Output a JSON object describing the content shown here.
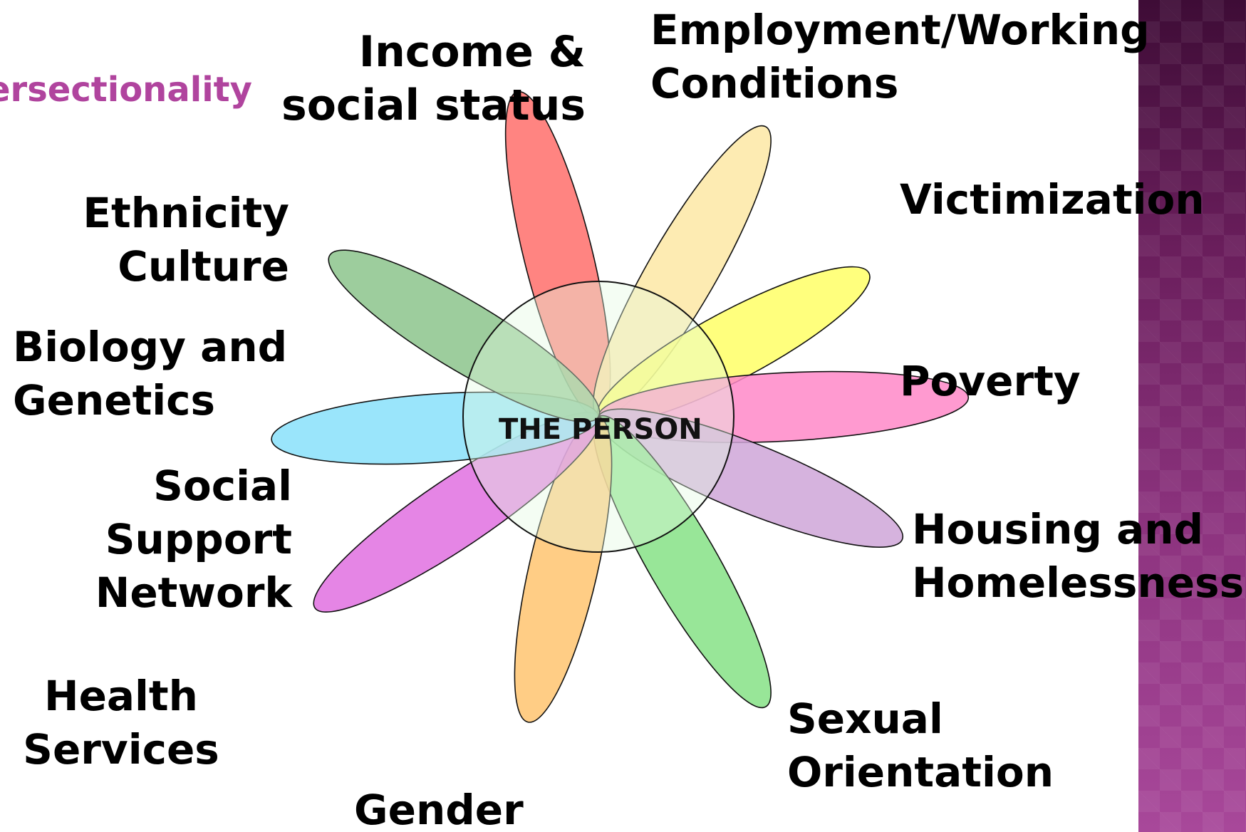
{
  "heading": "ersectionality",
  "center_label": "THE PERSON",
  "factors": [
    {
      "id": "income",
      "lines": [
        "Income &",
        "social status"
      ],
      "angle": -104,
      "color": "#ff6f6b"
    },
    {
      "id": "employment",
      "lines": [
        "Employment/Working",
        "Conditions"
      ],
      "angle": -60,
      "color": "#fde8a4"
    },
    {
      "id": "victimization",
      "lines": [
        "Victimization"
      ],
      "angle": -28,
      "color": "#ffff66"
    },
    {
      "id": "poverty",
      "lines": [
        "Poverty"
      ],
      "angle": -3,
      "color": "#ff88c8"
    },
    {
      "id": "housing",
      "lines": [
        "Housing and",
        "Homelessness"
      ],
      "angle": 22,
      "color": "#cfa6d8"
    },
    {
      "id": "sexual-orientation",
      "lines": [
        "Sexual",
        "Orientation"
      ],
      "angle": 60,
      "color": "#86e286"
    },
    {
      "id": "gender",
      "lines": [
        "Gender"
      ],
      "angle": 103,
      "color": "#ffc470"
    },
    {
      "id": "social-support",
      "lines": [
        "Social",
        "Support",
        "Network"
      ],
      "angle": 146,
      "color": "#e070e0"
    },
    {
      "id": "biology",
      "lines": [
        "Biology and",
        "Genetics"
      ],
      "angle": 176,
      "color": "#88e0fa"
    },
    {
      "id": "ethnicity",
      "lines": [
        "Ethnicity",
        "Culture"
      ],
      "angle": 211,
      "color": "#8cc48c"
    },
    {
      "id": "health-services",
      "lines": [
        "Health",
        "Services"
      ],
      "angle": null,
      "color": null
    }
  ]
}
